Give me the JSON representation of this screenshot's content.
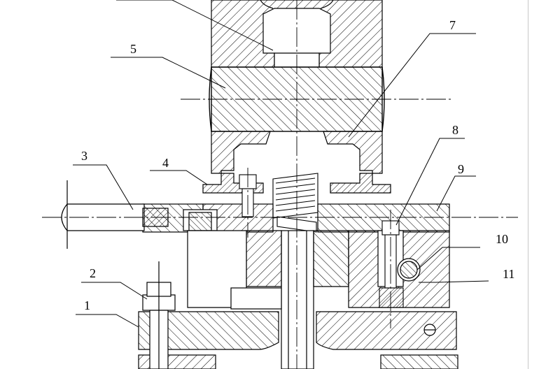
{
  "drawing": {
    "kind": "mechanical assembly cross-section",
    "line_color": "#000000",
    "background": "#ffffff",
    "callouts": [
      {
        "id": "1",
        "text": "1"
      },
      {
        "id": "2",
        "text": "2"
      },
      {
        "id": "3",
        "text": "3"
      },
      {
        "id": "4",
        "text": "4"
      },
      {
        "id": "5",
        "text": "5"
      },
      {
        "id": "7",
        "text": "7"
      },
      {
        "id": "8",
        "text": "8"
      },
      {
        "id": "9",
        "text": "9"
      },
      {
        "id": "10",
        "text": "10"
      },
      {
        "id": "11",
        "text": "11"
      }
    ]
  }
}
